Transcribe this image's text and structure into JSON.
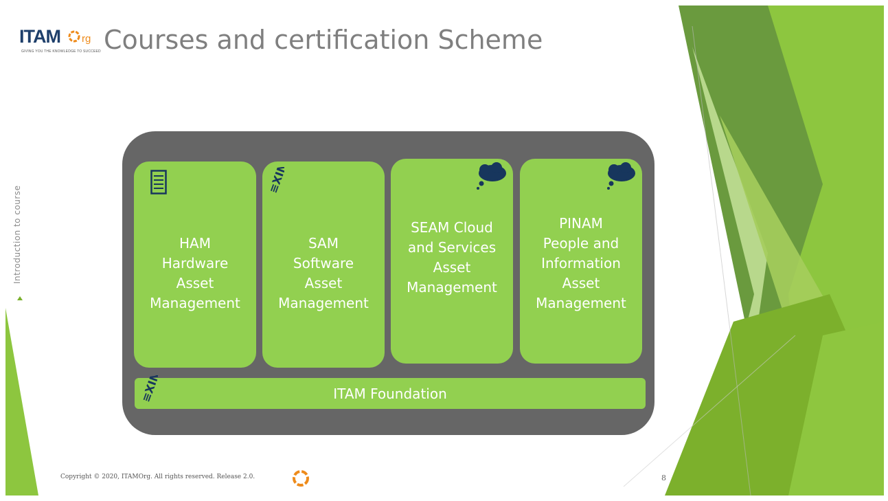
{
  "slide": {
    "logo": {
      "main": "ITAM",
      "suffix": "rg",
      "tagline": "GIVING YOU THE KNOWLEDGE TO SUCCEED"
    },
    "title": "Courses and certification Scheme",
    "side_label": "Introduction to course",
    "courses": [
      {
        "text": "HAM\nHardware\nAsset\nManagement",
        "icon": "checklist-icon"
      },
      {
        "text": "SAM\nSoftware\nAsset\nManagement",
        "icon": "exin-logo-icon"
      },
      {
        "text": "SEAM Cloud\nand Services\nAsset\nManagement",
        "icon": "thought-cloud-icon"
      },
      {
        "text": "PINAM\nPeople and\nInformation\nAsset\nManagement",
        "icon": "thought-cloud-icon"
      }
    ],
    "foundation": {
      "label": "ITAM Foundation",
      "icon": "exin-logo-icon"
    },
    "footer": "Copyright © 2020, ITAMOrg. All rights reserved. Release 2.0.",
    "page_number": "8"
  },
  "colors": {
    "course_green": "#92d050",
    "panel_gray": "#666666",
    "title_gray": "#7f7f7f",
    "logo_blue": "#1e3f6b",
    "logo_orange": "#ee8b1b",
    "decor_greens": [
      "#6a9a3e",
      "#7cb02c",
      "#8dc63f",
      "#a5cd5c",
      "#c5e39a"
    ]
  }
}
